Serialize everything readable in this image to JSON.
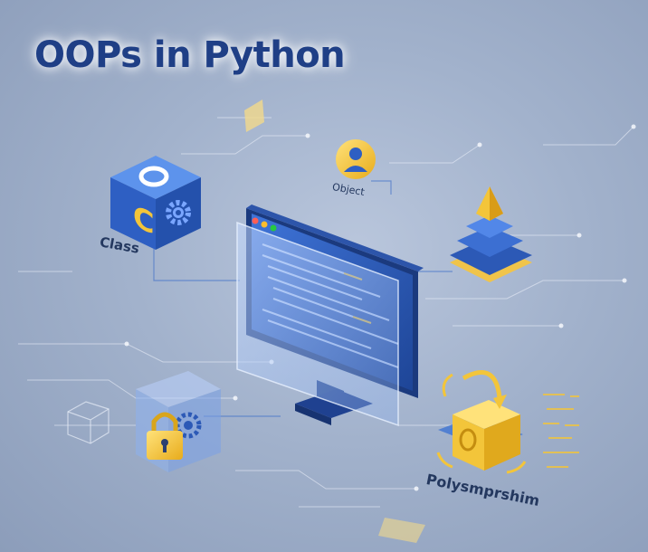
{
  "title": "OOPs in Python",
  "labels": {
    "class": "Class",
    "object": "Object",
    "polymorphism": "Polysmprshim"
  },
  "cube_letter": "C",
  "colors": {
    "title": "#1f3f86",
    "accent_blue": "#2f63c4",
    "accent_yellow": "#f3c53a",
    "background": "#a2b2cc"
  },
  "icons": [
    "class-cube-icon",
    "gear-icon",
    "person-icon",
    "pyramid-layers-icon",
    "padlock-icon",
    "rotating-cube-icon",
    "code-monitor-icon"
  ]
}
